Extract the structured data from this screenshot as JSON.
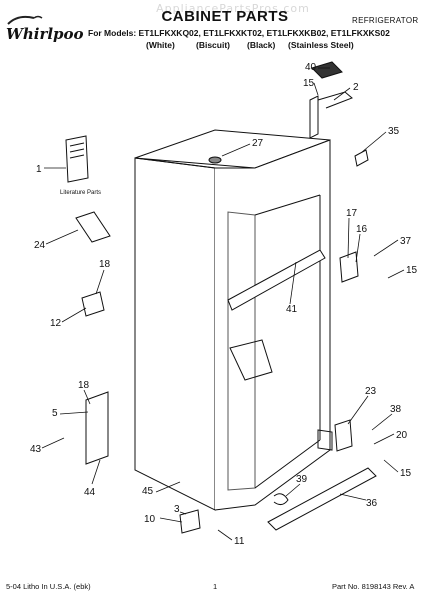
{
  "watermark": "AppliancePartsPros.com",
  "header": {
    "brand": "Whirlpool",
    "title": "CABINET PARTS",
    "appliance": "REFRIGERATOR",
    "models_line": "For Models: ET1LFKXKQ02, ET1LFKXKT02, ET1LFKXKB02, ET1LFKXKS02",
    "colors": [
      "(White)",
      "(Biscuit)",
      "(Black)",
      "(Stainless Steel)"
    ]
  },
  "diagram": {
    "literature_label": "Literature Parts",
    "callouts": [
      "40",
      "15",
      "2",
      "27",
      "35",
      "1",
      "17",
      "16",
      "37",
      "24",
      "15",
      "18",
      "41",
      "12",
      "18",
      "23",
      "5",
      "38",
      "20",
      "43",
      "15",
      "44",
      "39",
      "45",
      "36",
      "3",
      "10",
      "11"
    ]
  },
  "footer": {
    "left": "5-04 Litho In U.S.A. (ebk)",
    "center": "1",
    "right": "Part No. 8198143 Rev. A"
  }
}
